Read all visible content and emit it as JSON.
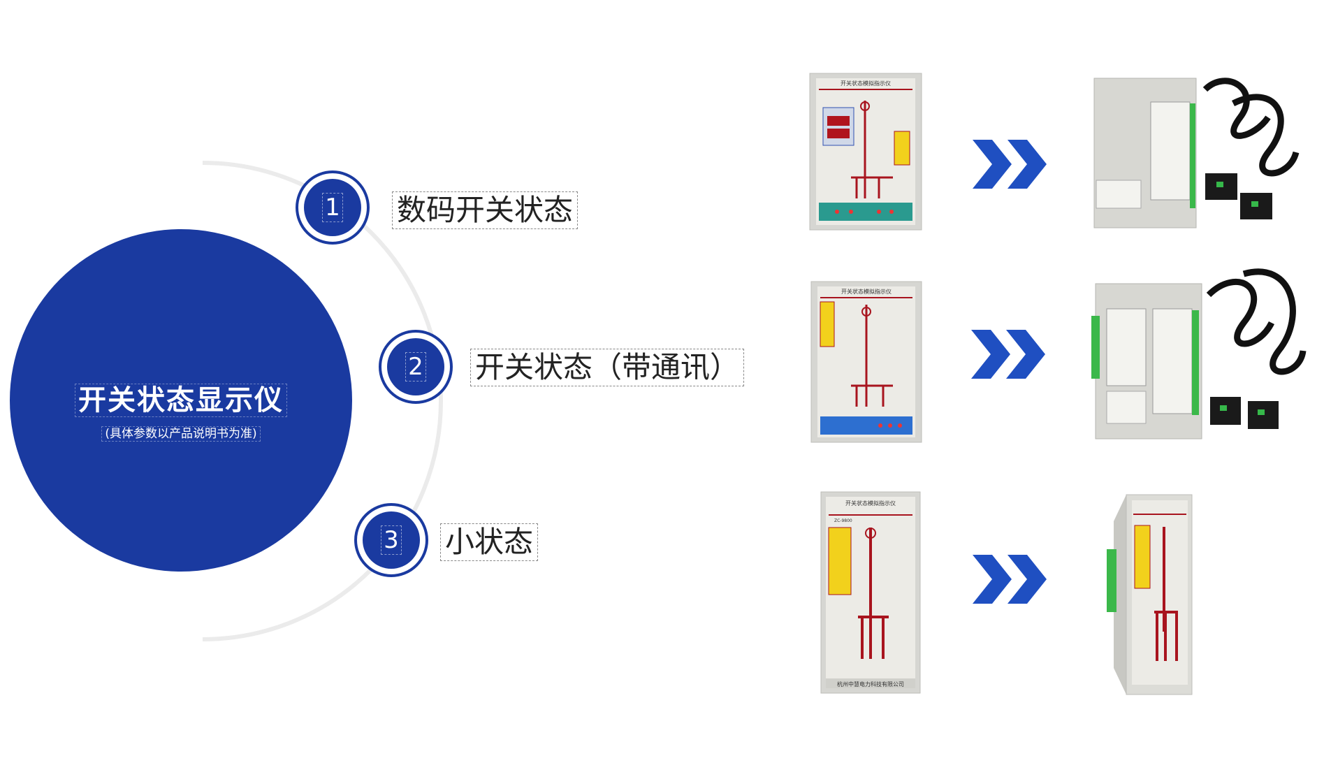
{
  "main": {
    "title": "开关状态显示仪",
    "subtitle": "(具体参数以产品说明书为准)"
  },
  "items": [
    {
      "number": "1",
      "label": "数码开关状态"
    },
    {
      "number": "2",
      "label": "开关状态（带通讯）"
    },
    {
      "number": "3",
      "label": "小状态"
    }
  ],
  "panels": {
    "front_title": "开关状态模拟指示仪",
    "front_subtitle": "Switching Condition Analog Indicator",
    "company": "杭州中慧电力科技有限公司",
    "model": "ZC-9800"
  },
  "colors": {
    "accent": "#1a3aa0",
    "chevron": "#1f4fc1",
    "diagram_red": "#a8141e",
    "warning_yellow": "#f2d11c"
  }
}
